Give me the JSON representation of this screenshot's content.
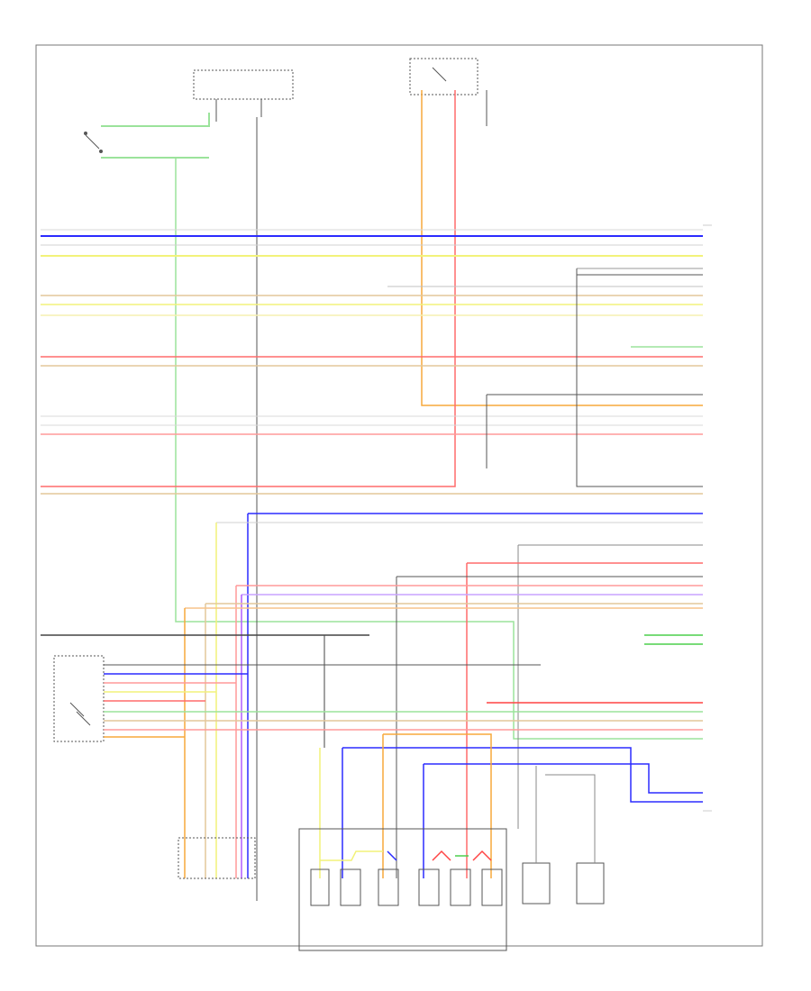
{
  "diagram": {
    "title": "",
    "footer_code": "",
    "colors": {
      "background": "#ffffff",
      "frame": "#777777",
      "wire_black": "#333333",
      "wire_gray": "#9a9a9a",
      "wire_blue": "#2b2bff",
      "wire_yellow": "#f2f27a",
      "wire_red": "#ff4444",
      "wire_pink": "#ff9a9a",
      "wire_green": "#4ccf4c",
      "wire_lightgreen": "#9be39b",
      "wire_orange": "#f7a83b",
      "wire_tan": "#e3c79a",
      "wire_violet": "#b25cff",
      "wire_white": "#d8d8d8"
    },
    "components": [
      {
        "id": "switch-top-left",
        "label": ""
      },
      {
        "id": "relay-top",
        "label": ""
      },
      {
        "id": "switch-top-center",
        "label": ""
      },
      {
        "id": "ground-left",
        "label": ""
      },
      {
        "id": "sensor-block",
        "label": ""
      },
      {
        "id": "connector-bottom",
        "label": ""
      },
      {
        "id": "module-1",
        "label": ""
      },
      {
        "id": "module-2",
        "label": ""
      },
      {
        "id": "module-3",
        "label": ""
      },
      {
        "id": "module-4",
        "label": ""
      },
      {
        "id": "module-5",
        "label": ""
      },
      {
        "id": "module-6",
        "label": ""
      },
      {
        "id": "module-7",
        "label": ""
      },
      {
        "id": "module-8",
        "label": ""
      }
    ]
  }
}
